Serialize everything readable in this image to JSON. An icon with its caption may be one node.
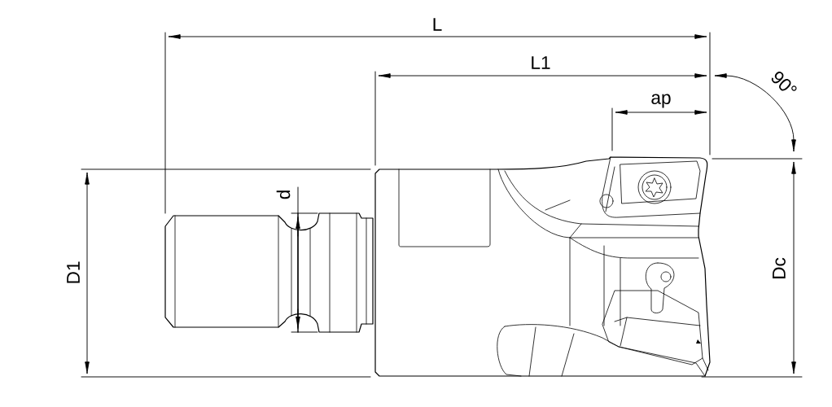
{
  "diagram": {
    "labels": [
      "L",
      "L1",
      "90°",
      "ap",
      "d",
      "D1",
      "Dc"
    ]
  }
}
